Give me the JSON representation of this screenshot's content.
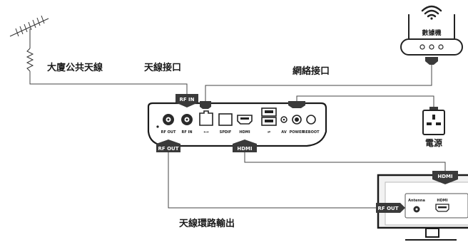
{
  "labels": {
    "antenna_label": "大廈公共天線",
    "antenna_port_label": "天線接口",
    "network_label": "網絡接口",
    "power_label": "電源",
    "loop_label": "天線環路輸出",
    "router_label": "數據機"
  },
  "tags": {
    "rf_in": "RF IN",
    "rf_out_box": "RF OUT",
    "hdmi_box": "HDMI",
    "hdmi_tv": "HDMI",
    "rf_out_tv": "RF OUT"
  },
  "box_ports": {
    "rf_out": "RF OUT",
    "rf_in": "RF IN",
    "lan": "⟷",
    "spdif": "SPDIF",
    "hdmi": "HDMI",
    "usb": "⇌",
    "av": "AV",
    "power": "POWER",
    "reboot": "REBOOT"
  },
  "tv_ports": {
    "antenna": "Antenna",
    "hdmi": "HDMI"
  },
  "colors": {
    "tag_fill": "#3a3a3a",
    "wire": "#444444",
    "device_outline": "#1a1a1a",
    "tv_frame": "#f2f2f2"
  }
}
